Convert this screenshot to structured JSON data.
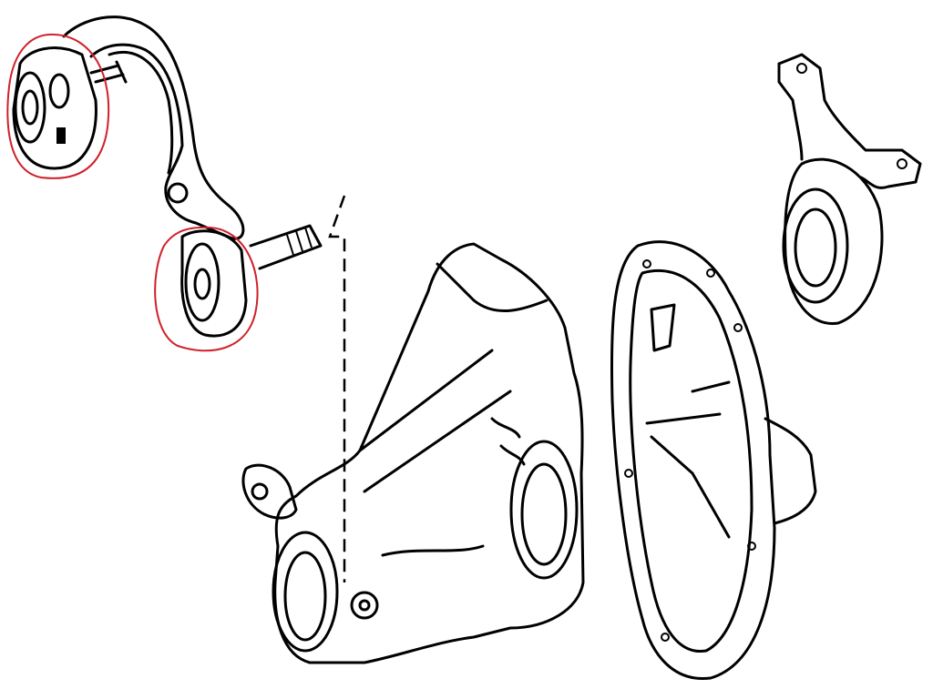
{
  "diagram": {
    "colors": {
      "line": "#000000",
      "highlight": "#d0202a",
      "background": "#ffffff"
    },
    "parts": [
      "differential-mount-arm",
      "arm-bushing-front",
      "arm-bushing-rear",
      "mounting-bolt",
      "differential-housing",
      "differential-cover",
      "cover-mount-bracket-bushing"
    ],
    "highlighted_parts": [
      "arm-bushing-front",
      "arm-bushing-rear"
    ]
  }
}
